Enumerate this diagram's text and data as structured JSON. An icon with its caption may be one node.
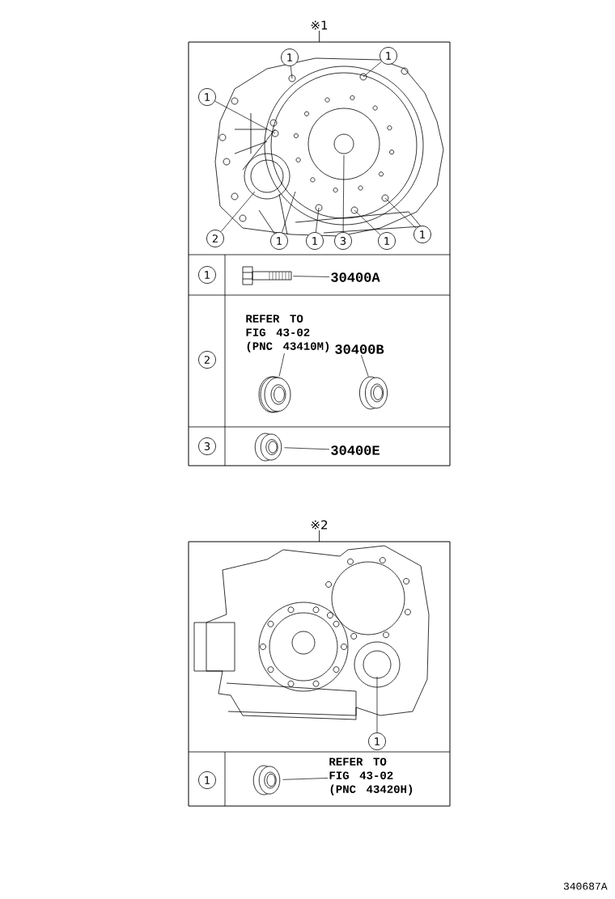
{
  "diagram": {
    "nodes": [
      {
        "text": [
          "※1"
        ]
      },
      {
        "text": [],
        "shape": "picture",
        "in": 0
      },
      {
        "text": [
          "1"
        ],
        "in": 0
      },
      {
        "text": [
          "1"
        ],
        "in": 0
      },
      {
        "text": [
          "1"
        ],
        "in": 0
      },
      {
        "text": [
          "2"
        ],
        "in": 0
      },
      {
        "text": [
          "1"
        ],
        "in": 0
      },
      {
        "text": [
          "1"
        ],
        "in": 0
      },
      {
        "text": [
          "3"
        ],
        "in": 0
      },
      {
        "text": [
          "1"
        ],
        "in": 0
      },
      {
        "text": [
          "1"
        ],
        "in": 0
      },
      {
        "text": [
          "1"
        ],
        "in": 0
      },
      {
        "text": [],
        "shape": "picture",
        "in": 0
      },
      {
        "text": [
          "30400A"
        ],
        "in": 0
      },
      {
        "text": [
          "2"
        ],
        "in": 0
      },
      {
        "text": [
          "REFER TO FIG 43-02 (PNC 43410M)"
        ],
        "in": 0
      },
      {
        "text": [
          "30400B"
        ],
        "in": 0
      },
      {
        "text": [],
        "shape": "picture",
        "in": 0
      },
      {
        "text": [],
        "shape": "picture",
        "in": 0
      },
      {
        "text": [
          "3"
        ],
        "in": 0
      },
      {
        "text": [],
        "shape": "picture",
        "in": 0
      },
      {
        "text": [
          "30400E"
        ],
        "in": 0
      },
      {
        "text": [
          "※2"
        ]
      },
      {
        "text": [],
        "shape": "picture",
        "in": 22
      },
      {
        "text": [
          "1"
        ],
        "in": 22
      },
      {
        "text": [
          "1"
        ],
        "in": 22
      },
      {
        "text": [],
        "shape": "picture",
        "in": 22
      },
      {
        "text": [
          "REFER TO FIG 43-02 (PNC 43420H)"
        ],
        "in": 22
      }
    ],
    "edges": [
      {
        "from": 2,
        "to": 1,
        "arrow": "none"
      },
      {
        "from": 3,
        "to": 1,
        "arrow": "none"
      },
      {
        "from": 4,
        "to": 1,
        "arrow": "none"
      },
      {
        "from": 5,
        "to": 1,
        "arrow": "none"
      },
      {
        "from": 6,
        "to": 1,
        "arrow": "none"
      },
      {
        "from": 7,
        "to": 1,
        "arrow": "none"
      },
      {
        "from": 8,
        "to": 1,
        "arrow": "none"
      },
      {
        "from": 9,
        "to": 1,
        "arrow": "none"
      },
      {
        "from": 10,
        "to": 1,
        "arrow": "none"
      },
      {
        "from": 13,
        "to": 12,
        "arrow": "none"
      },
      {
        "from": 15,
        "to": 17,
        "arrow": "none"
      },
      {
        "from": 16,
        "to": 18,
        "arrow": "none"
      },
      {
        "from": 21,
        "to": 20,
        "arrow": "none"
      },
      {
        "from": 24,
        "to": 23,
        "arrow": "none"
      },
      {
        "from": 27,
        "to": 26,
        "arrow": "none"
      }
    ],
    "labels": [
      "340687A"
    ]
  }
}
